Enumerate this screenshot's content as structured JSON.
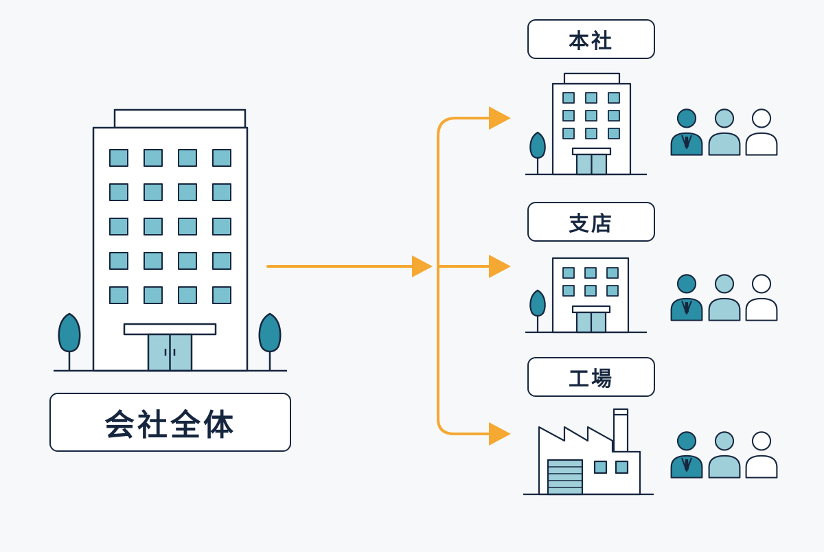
{
  "labels": {
    "company_wide": "会社全体",
    "head_office": "本社",
    "branch": "支店",
    "factory": "工場"
  },
  "colors": {
    "outline": "#16263f",
    "window": "#7cc1d0",
    "tree": "#2a8ea4",
    "arrow": "#f5a832",
    "person_dark": "#2a8ea4",
    "person_light": "#9fd0da",
    "person_white": "#ffffff"
  },
  "icons": [
    "large-office-building-icon",
    "office-building-icon",
    "factory-icon",
    "tree-icon",
    "businessperson-icon",
    "person-icon"
  ]
}
